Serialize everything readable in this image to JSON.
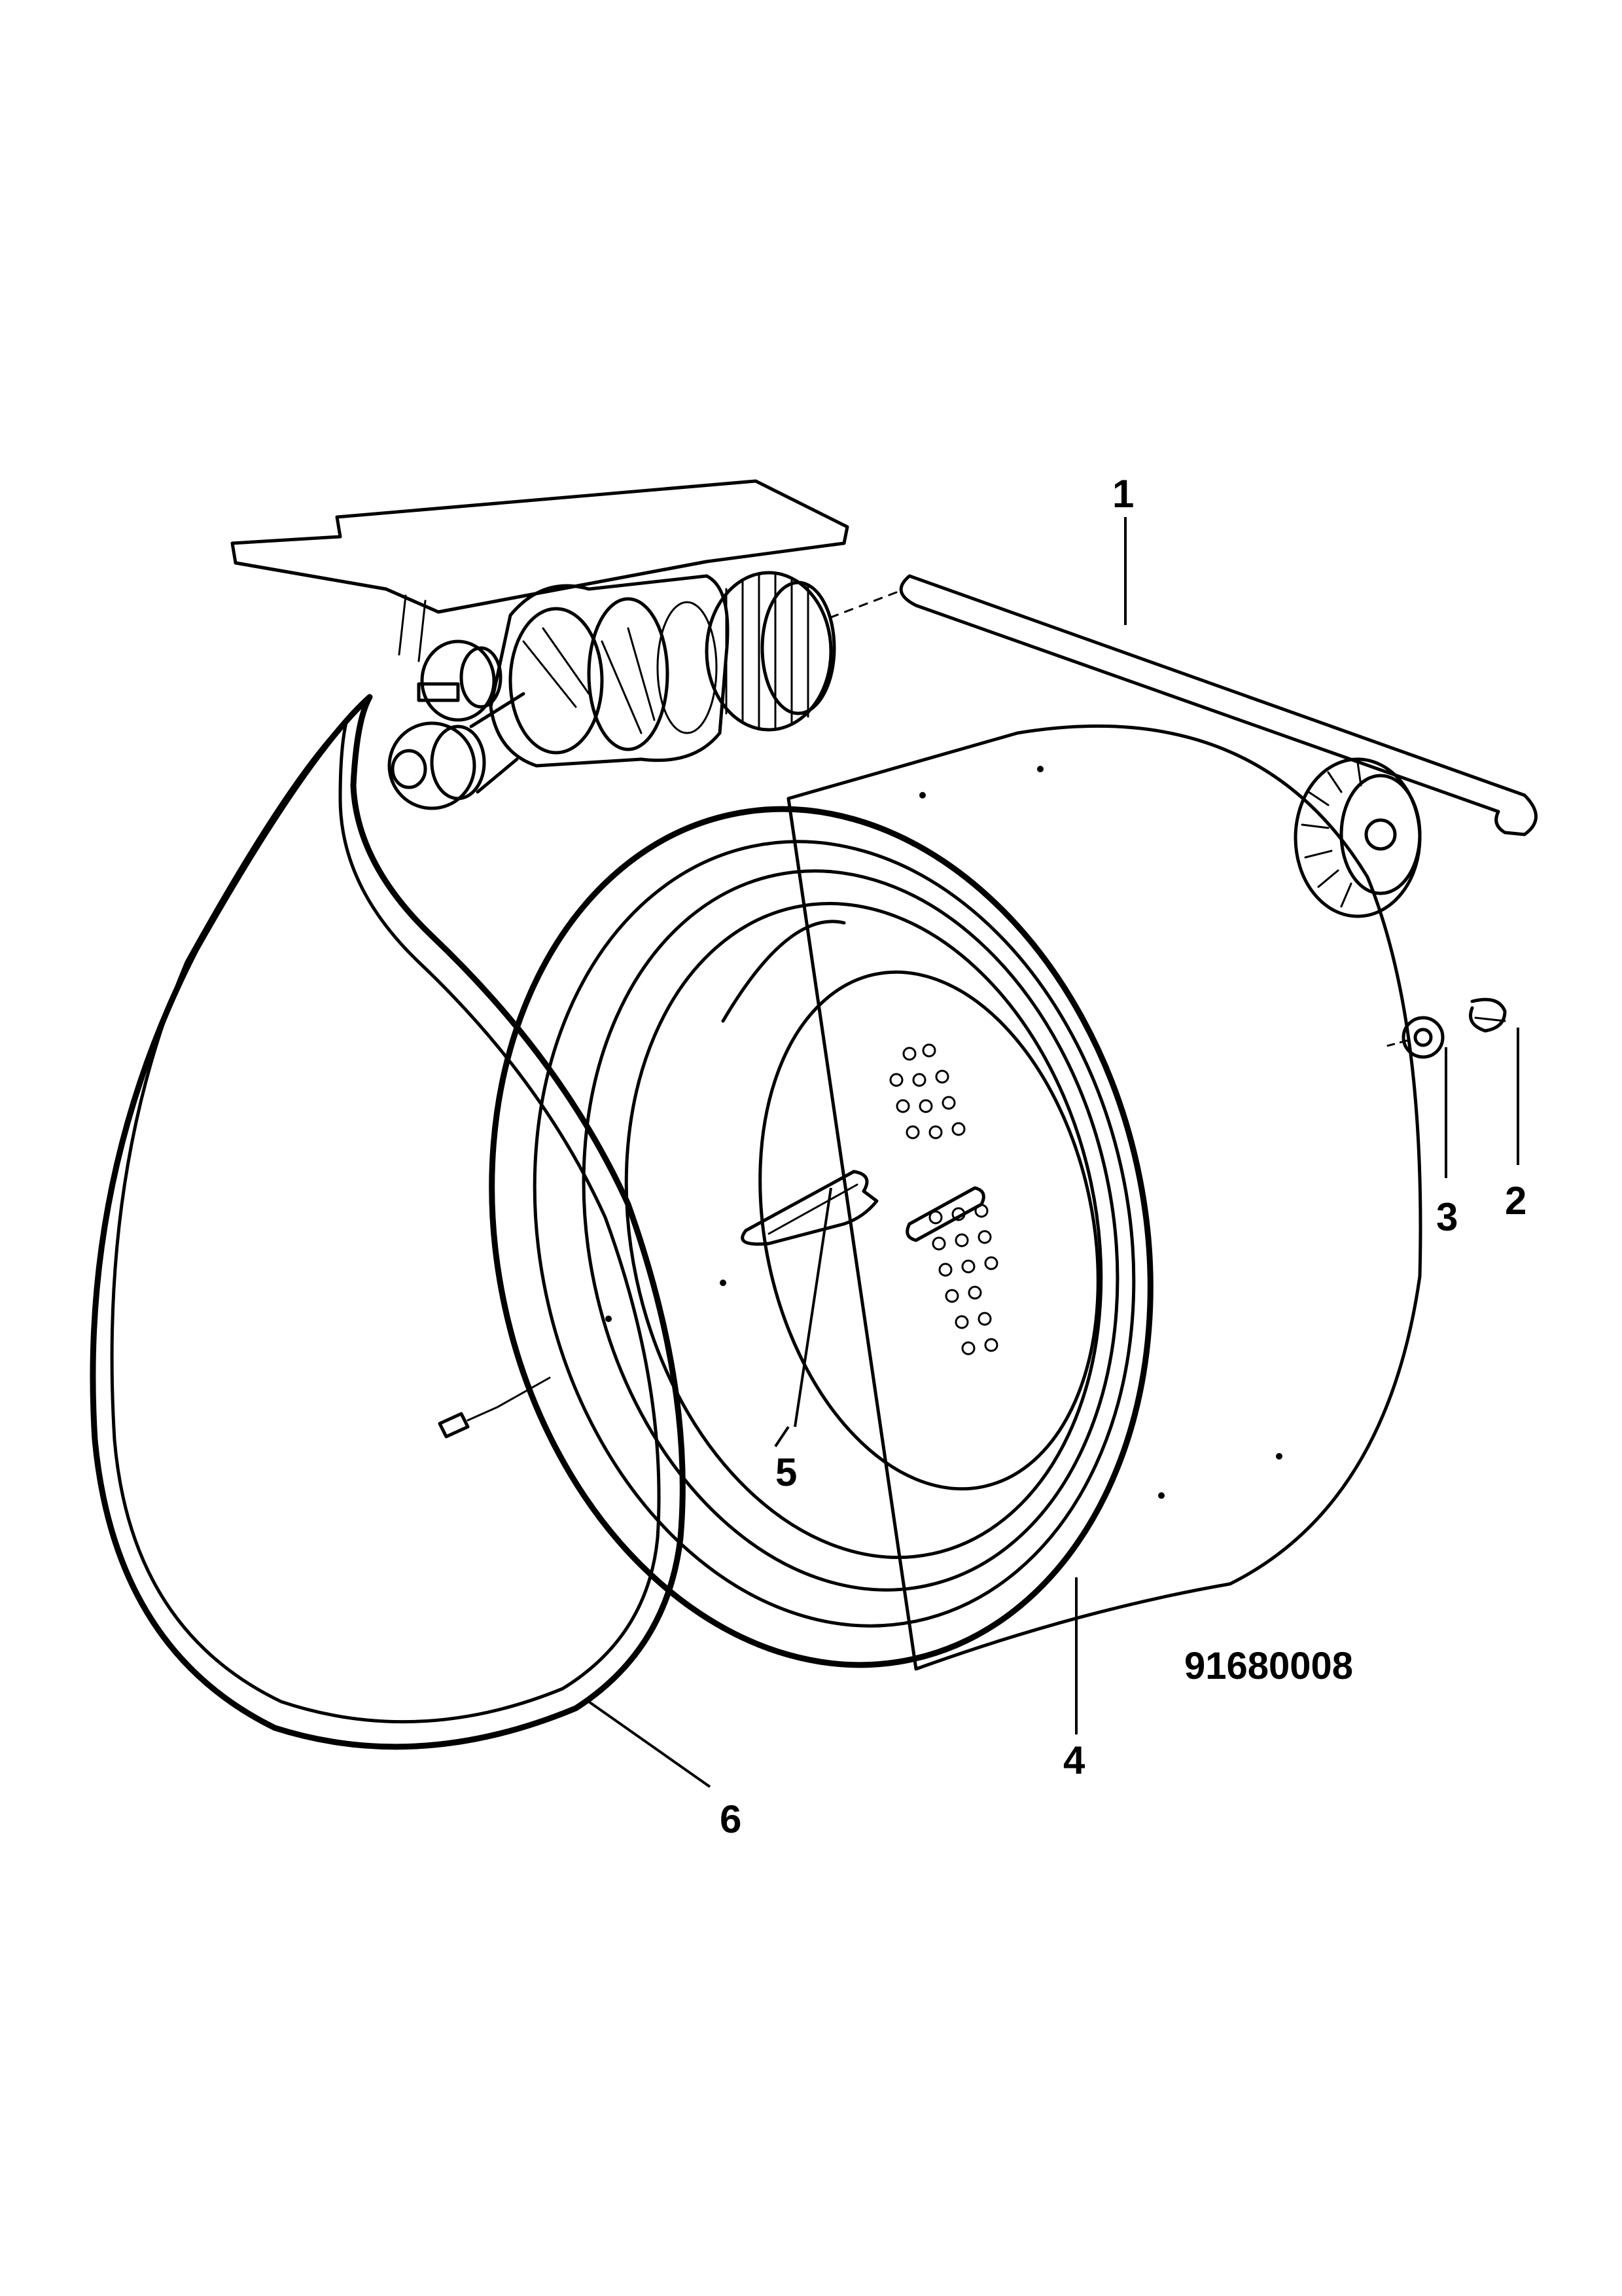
{
  "diagram": {
    "reference_number": "91680008",
    "callouts": [
      {
        "id": "1",
        "label": "1"
      },
      {
        "id": "2",
        "label": "2"
      },
      {
        "id": "3",
        "label": "3"
      },
      {
        "id": "4",
        "label": "4"
      },
      {
        "id": "5",
        "label": "5"
      },
      {
        "id": "6",
        "label": "6"
      }
    ]
  }
}
